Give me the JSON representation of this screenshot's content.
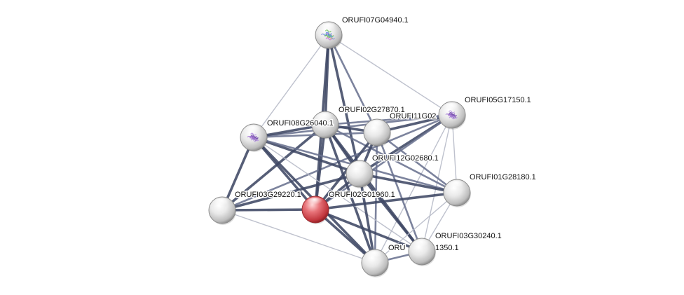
{
  "nodes": [
    {
      "id": "ORUFI07G04940.1",
      "label": "ORUFI07G04940.1",
      "color": "#d8d8d8",
      "has_structure": true,
      "structure_style": "multicolor"
    },
    {
      "id": "ORUFI05G17150.1",
      "label": "ORUFI05G17150.1",
      "color": "#d8d8d8",
      "has_structure": true,
      "structure_style": "purple"
    },
    {
      "id": "ORUFI02G27870.1",
      "label": "ORUFI02G27870.1",
      "color": "#d8d8d8",
      "has_structure": false
    },
    {
      "id": "ORUFI11G02",
      "label": "ORUFI11G02",
      "color": "#d8d8d8",
      "has_structure": false
    },
    {
      "id": "ORUFI08G26040.1",
      "label": "ORUFI08G26040.1",
      "color": "#d8d8d8",
      "has_structure": true,
      "structure_style": "purple"
    },
    {
      "id": "ORUFI12G02680.1",
      "label": "ORUFI12G02680.1",
      "color": "#d8d8d8",
      "has_structure": false
    },
    {
      "id": "ORUFI01G28180.1",
      "label": "ORUFI01G28180.1",
      "color": "#d8d8d8",
      "has_structure": false
    },
    {
      "id": "ORUFI03G29220.1",
      "label": "ORUFI03G29220.1",
      "color": "#d8d8d8",
      "has_structure": false
    },
    {
      "id": "ORUFI02G01960.1",
      "label": "ORUFI02G01960.1",
      "color": "#d9545a",
      "has_structure": false,
      "query": true
    },
    {
      "id": "ORUFI03G30240.1",
      "label": "ORUFI03G30240.1",
      "color": "#d8d8d8",
      "has_structure": false
    },
    {
      "id": "ORUFI_1350",
      "label": "ORU",
      "label_tail": "1350.1",
      "color": "#d8d8d8",
      "has_structure": false
    }
  ],
  "edges": [
    {
      "a": "ORUFI07G04940.1",
      "b": "ORUFI02G27870.1",
      "strength": "strong"
    },
    {
      "a": "ORUFI07G04940.1",
      "b": "ORUFI02G01960.1",
      "strength": "strong"
    },
    {
      "a": "ORUFI07G04940.1",
      "b": "ORUFI12G02680.1",
      "strength": "strong"
    },
    {
      "a": "ORUFI07G04940.1",
      "b": "ORUFI11G02",
      "strength": "medium"
    },
    {
      "a": "ORUFI07G04940.1",
      "b": "ORUFI08G26040.1",
      "strength": "weak"
    },
    {
      "a": "ORUFI07G04940.1",
      "b": "ORUFI05G17150.1",
      "strength": "weak"
    },
    {
      "a": "ORUFI05G17150.1",
      "b": "ORUFI02G27870.1",
      "strength": "medium"
    },
    {
      "a": "ORUFI05G17150.1",
      "b": "ORUFI11G02",
      "strength": "strong"
    },
    {
      "a": "ORUFI05G17150.1",
      "b": "ORUFI12G02680.1",
      "strength": "strong"
    },
    {
      "a": "ORUFI05G17150.1",
      "b": "ORUFI08G26040.1",
      "strength": "medium"
    },
    {
      "a": "ORUFI05G17150.1",
      "b": "ORUFI02G01960.1",
      "strength": "medium"
    },
    {
      "a": "ORUFI05G17150.1",
      "b": "ORUFI01G28180.1",
      "strength": "weak"
    },
    {
      "a": "ORUFI05G17150.1",
      "b": "ORUFI03G30240.1",
      "strength": "weak"
    },
    {
      "a": "ORUFI05G17150.1",
      "b": "ORUFI_1350",
      "strength": "weak"
    },
    {
      "a": "ORUFI05G17150.1",
      "b": "ORUFI03G29220.1",
      "strength": "medium"
    },
    {
      "a": "ORUFI02G27870.1",
      "b": "ORUFI08G26040.1",
      "strength": "strong"
    },
    {
      "a": "ORUFI02G27870.1",
      "b": "ORUFI11G02",
      "strength": "strong"
    },
    {
      "a": "ORUFI02G27870.1",
      "b": "ORUFI12G02680.1",
      "strength": "strong"
    },
    {
      "a": "ORUFI02G27870.1",
      "b": "ORUFI02G01960.1",
      "strength": "strong"
    },
    {
      "a": "ORUFI02G27870.1",
      "b": "ORUFI03G29220.1",
      "strength": "strong"
    },
    {
      "a": "ORUFI02G27870.1",
      "b": "ORUFI01G28180.1",
      "strength": "medium"
    },
    {
      "a": "ORUFI02G27870.1",
      "b": "ORUFI_1350",
      "strength": "strong"
    },
    {
      "a": "ORUFI02G27870.1",
      "b": "ORUFI03G30240.1",
      "strength": "strong"
    },
    {
      "a": "ORUFI11G02",
      "b": "ORUFI08G26040.1",
      "strength": "medium"
    },
    {
      "a": "ORUFI11G02",
      "b": "ORUFI12G02680.1",
      "strength": "strong"
    },
    {
      "a": "ORUFI11G02",
      "b": "ORUFI02G01960.1",
      "strength": "strong"
    },
    {
      "a": "ORUFI11G02",
      "b": "ORUFI01G28180.1",
      "strength": "medium"
    },
    {
      "a": "ORUFI11G02",
      "b": "ORUFI03G30240.1",
      "strength": "medium"
    },
    {
      "a": "ORUFI11G02",
      "b": "ORUFI_1350",
      "strength": "medium"
    },
    {
      "a": "ORUFI08G26040.1",
      "b": "ORUFI12G02680.1",
      "strength": "strong"
    },
    {
      "a": "ORUFI08G26040.1",
      "b": "ORUFI02G01960.1",
      "strength": "strong"
    },
    {
      "a": "ORUFI08G26040.1",
      "b": "ORUFI03G29220.1",
      "strength": "strong"
    },
    {
      "a": "ORUFI08G26040.1",
      "b": "ORUFI01G28180.1",
      "strength": "medium"
    },
    {
      "a": "ORUFI08G26040.1",
      "b": "ORUFI_1350",
      "strength": "strong"
    },
    {
      "a": "ORUFI08G26040.1",
      "b": "ORUFI03G30240.1",
      "strength": "weak"
    },
    {
      "a": "ORUFI12G02680.1",
      "b": "ORUFI02G01960.1",
      "strength": "strong"
    },
    {
      "a": "ORUFI12G02680.1",
      "b": "ORUFI01G28180.1",
      "strength": "strong"
    },
    {
      "a": "ORUFI12G02680.1",
      "b": "ORUFI03G29220.1",
      "strength": "strong"
    },
    {
      "a": "ORUFI12G02680.1",
      "b": "ORUFI03G30240.1",
      "strength": "strong"
    },
    {
      "a": "ORUFI12G02680.1",
      "b": "ORUFI_1350",
      "strength": "strong"
    },
    {
      "a": "ORUFI02G01960.1",
      "b": "ORUFI03G29220.1",
      "strength": "strong"
    },
    {
      "a": "ORUFI02G01960.1",
      "b": "ORUFI01G28180.1",
      "strength": "strong"
    },
    {
      "a": "ORUFI02G01960.1",
      "b": "ORUFI03G30240.1",
      "strength": "strong"
    },
    {
      "a": "ORUFI02G01960.1",
      "b": "ORUFI_1350",
      "strength": "strong"
    },
    {
      "a": "ORUFI01G28180.1",
      "b": "ORUFI03G30240.1",
      "strength": "weak"
    },
    {
      "a": "ORUFI01G28180.1",
      "b": "ORUFI_1350",
      "strength": "weak"
    },
    {
      "a": "ORUFI03G30240.1",
      "b": "ORUFI_1350",
      "strength": "medium"
    },
    {
      "a": "ORUFI03G29220.1",
      "b": "ORUFI_1350",
      "strength": "weak"
    }
  ],
  "colors": {
    "edge_strong": "#3f4865",
    "edge_medium": "#6a7290",
    "edge_weak": "#b7bbc8",
    "node_default": "#d8d8d8",
    "node_query": "#d9545a",
    "node_outline": "#8c8c8c",
    "label_text": "#111111"
  }
}
